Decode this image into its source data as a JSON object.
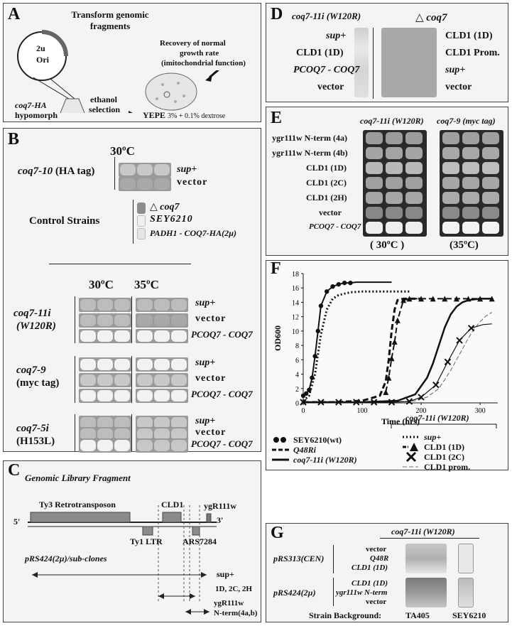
{
  "A": {
    "label": "A",
    "transform": "Transform genomic fragments",
    "plasmid": [
      "2u",
      "Ori"
    ],
    "recovery": [
      "Recovery of normal",
      "growth rate",
      "(imitochondrial function)"
    ],
    "ethanol": [
      "ethanol",
      "selection"
    ],
    "strain": "coq7-HA",
    "hypomorph": "hypomorph",
    "media_main": "YEPE",
    "media_sub": "3% + 0.1% dextrose"
  },
  "B": {
    "label": "B",
    "temp_top": "30ºC",
    "coq7_10": "coq7-10",
    "ha_tag_paren": "(HA tag)",
    "sup_plus": "sup+",
    "vector": "vector",
    "control_strains": "Control Strains",
    "delta_coq7": "△ coq7",
    "sey6210": "SEY6210",
    "padh": "PADH1 - COQ7-HA(2µ)",
    "temp_30": "30ºC",
    "temp_35": "35ºC",
    "rows": [
      {
        "strain": "coq7-11i",
        "sub": "(W120R)",
        "labels": [
          "sup+",
          "vector",
          "PCOQ7 - COQ7"
        ]
      },
      {
        "strain": "coq7-9",
        "sub": "(myc tag)",
        "labels": [
          "sup+",
          "vector",
          "PCOQ7 - COQ7"
        ]
      },
      {
        "strain": "coq7-5i",
        "sub": "(H153L)",
        "labels": [
          "sup+",
          "vector",
          "PCOQ7 - COQ7"
        ]
      }
    ]
  },
  "C": {
    "label": "C",
    "title": "Genomic Library Fragment",
    "ty3": "Ty3 Retrotransposon",
    "cld1": "CLD1",
    "ygr": "ygR111w",
    "five": "5'",
    "three": "3'",
    "ty1": "Ty1 LTR",
    "ars": "ARS7284",
    "subclones": "pRS424(2µ)/sub-clones",
    "sup_plus": "sup+",
    "clones_1d": "1D, 2C, 2H",
    "ygr2": "ygR111w",
    "nterm": "N-term(4a,b)"
  },
  "D": {
    "label": "D",
    "strain": "coq7-11i (W120R)",
    "delta": "△ coq7",
    "left": [
      "sup+",
      "CLD1 (1D)",
      "PCOQ7 - COQ7",
      "vector"
    ],
    "right": [
      "CLD1 (1D)",
      "CLD1 Prom.",
      "sup+",
      "vector"
    ]
  },
  "E": {
    "label": "E",
    "col1": "coq7-11i (W120R)",
    "col2": "coq7-9 (myc tag)",
    "rows": [
      "ygr111w N-term (4a)",
      "ygr111w N-term (4b)",
      "CLD1 (1D)",
      "CLD1 (2C)",
      "CLD1 (2H)",
      "vector",
      "PCOQ7 - COQ7"
    ],
    "temp1": "( 30ºC )",
    "temp2": "(35ºC)"
  },
  "F": {
    "label": "F",
    "legend_left": [
      "SEY6210(wt)",
      "Q48Ri",
      "coq7-11i (W120R)"
    ],
    "legend_right_title": "coq7-11i (W120R)",
    "legend_right": [
      "sup+",
      "CLD1 (1D)",
      "CLD1 (2C)",
      "CLD1 prom."
    ]
  },
  "G": {
    "label": "G",
    "title": "coq7-11i (W120R)",
    "prs313": "pRS313(CEN)",
    "prs424": "pRS424(2µ)",
    "group1": [
      "vector",
      "Q48R",
      "CLD1 (1D)"
    ],
    "group2": [
      "CLD1 (1D)",
      "ygr111w N-term",
      "vector"
    ],
    "background": "Strain Background:",
    "ta405": "TA405",
    "sey6210": "SEY6210"
  },
  "chart_data": {
    "type": "line",
    "xlabel": "Time (hrs)",
    "ylabel": "OD600",
    "xlim": [
      0,
      330
    ],
    "ylim": [
      0,
      18
    ],
    "xticks": [
      0,
      100,
      200,
      300
    ],
    "yticks": [
      0,
      2,
      4,
      6,
      8,
      10,
      12,
      14,
      16,
      18
    ],
    "series": [
      {
        "name": "SEY6210(wt)",
        "style": "solid-dots",
        "x": [
          0,
          5,
          10,
          15,
          20,
          25,
          30,
          40,
          50,
          60,
          70,
          80,
          90,
          100,
          110,
          120,
          130,
          140,
          150
        ],
        "y": [
          1.0,
          1.3,
          1.8,
          3.5,
          6.5,
          10.0,
          13.5,
          15.5,
          16.2,
          16.5,
          16.7,
          16.7,
          16.8,
          16.8,
          16.8,
          16.8,
          16.8,
          16.8,
          16.8
        ]
      },
      {
        "name": "sup+",
        "style": "dotted",
        "x": [
          0,
          10,
          20,
          30,
          40,
          50,
          60,
          80,
          100,
          120,
          140,
          160,
          180
        ],
        "y": [
          0.3,
          1.0,
          4.0,
          9.5,
          13.0,
          14.5,
          15.0,
          15.4,
          15.5,
          15.5,
          15.5,
          15.5,
          15.5
        ]
      },
      {
        "name": "Q48Ri",
        "style": "dashed",
        "x": [
          0,
          50,
          100,
          130,
          140,
          145,
          150,
          155,
          160,
          170,
          180,
          200
        ],
        "y": [
          0.1,
          0.1,
          0.3,
          1.0,
          3.0,
          6.0,
          10.0,
          13.0,
          14.3,
          14.5,
          14.5,
          14.5
        ]
      },
      {
        "name": "CLD1 (1D)",
        "style": "triangles",
        "x": [
          140,
          145,
          150,
          155,
          160,
          170,
          180,
          200,
          220,
          240,
          260,
          280,
          300,
          320
        ],
        "y": [
          1.5,
          3.5,
          6.2,
          8.5,
          11.5,
          14.3,
          14.5,
          14.5,
          14.5,
          14.5,
          14.5,
          14.5,
          14.5,
          14.5
        ]
      },
      {
        "name": "coq7-11i (W120R)",
        "style": "solid",
        "x": [
          0,
          100,
          160,
          190,
          210,
          220,
          230,
          240,
          250,
          260,
          270,
          280,
          300,
          320
        ],
        "y": [
          0.1,
          0.1,
          0.3,
          1.2,
          3.5,
          5.5,
          8.0,
          10.5,
          12.3,
          13.4,
          14.0,
          14.3,
          14.5,
          14.5
        ]
      },
      {
        "name": "CLD1 prom.",
        "style": "thin-dashed",
        "x": [
          0,
          150,
          190,
          210,
          230,
          250,
          260,
          270,
          280,
          290,
          300,
          310,
          320
        ],
        "y": [
          0.1,
          0.1,
          0.3,
          0.8,
          2.0,
          4.5,
          6.0,
          7.5,
          9.0,
          10.3,
          11.3,
          12.1,
          12.6
        ]
      },
      {
        "name": "CLD1 (2C)",
        "style": "x-markers",
        "x": [
          0,
          30,
          60,
          90,
          120,
          150,
          180,
          200,
          225,
          245,
          265,
          285,
          305,
          320
        ],
        "y": [
          0.1,
          0.1,
          0.1,
          0.1,
          0.1,
          0.1,
          0.2,
          0.8,
          2.5,
          5.7,
          8.7,
          10.4,
          10.9,
          11.0
        ]
      }
    ]
  }
}
